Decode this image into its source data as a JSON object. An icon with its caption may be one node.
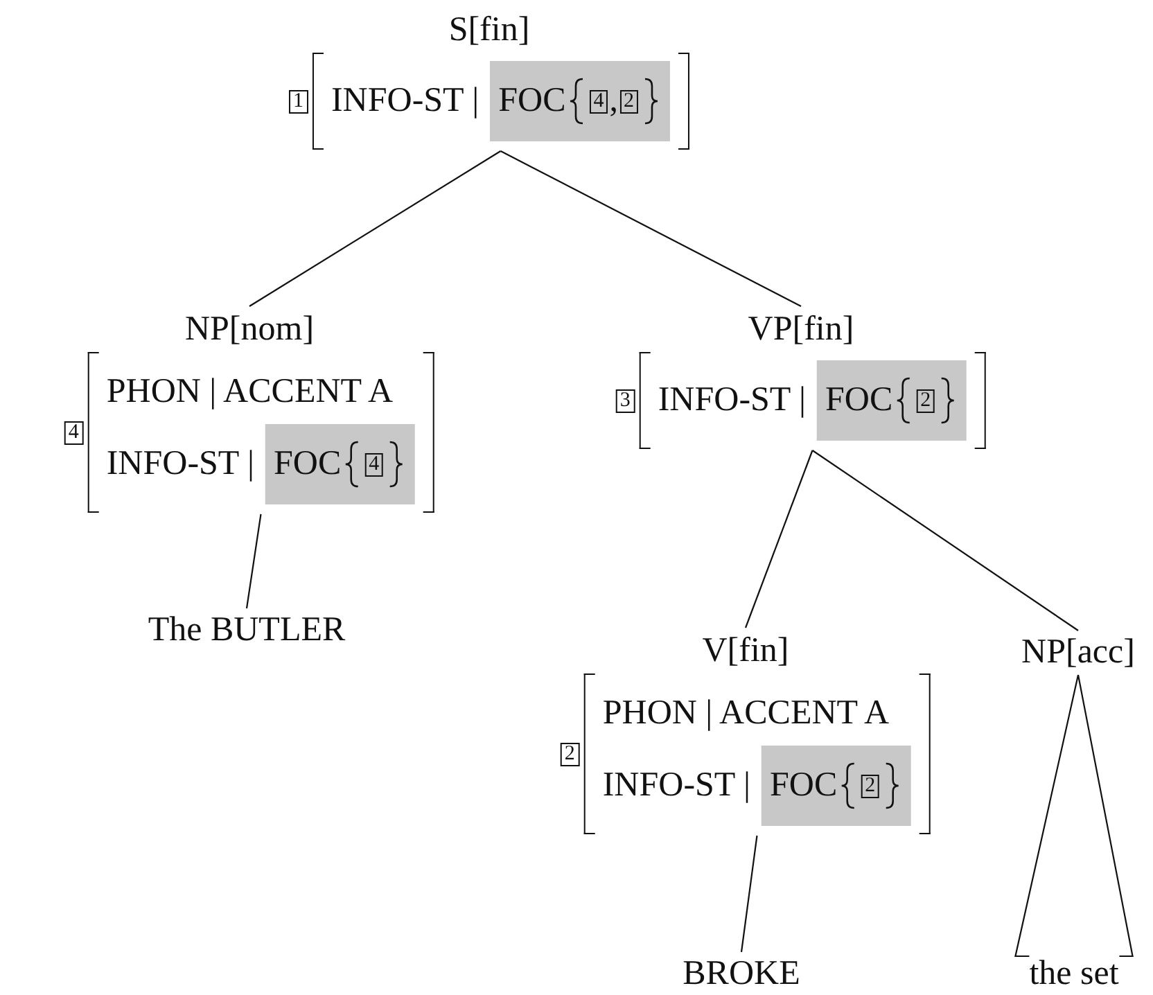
{
  "diagram": {
    "nodes": [
      {
        "text": [
          "S[fin]",
          "1",
          "INFO-ST |"
        ]
      },
      {
        "text": [
          "FOC",
          "4",
          ",",
          "2"
        ],
        "in": 0
      },
      {
        "text": [
          "NP[nom]",
          "4",
          "PHON | ACCENT A",
          "INFO-ST |"
        ]
      },
      {
        "text": [
          "FOC",
          "4"
        ],
        "in": 2
      },
      {
        "text": [
          "The BUTLER"
        ]
      },
      {
        "text": [
          "VP[fin]",
          "3",
          "INFO-ST |"
        ]
      },
      {
        "text": [
          "FOC",
          "2"
        ],
        "in": 5
      },
      {
        "text": [
          "V[fin]",
          "2",
          "PHON | ACCENT A",
          "INFO-ST |"
        ]
      },
      {
        "text": [
          "FOC",
          "2"
        ],
        "in": 7
      },
      {
        "text": [
          "NP[acc]"
        ]
      },
      {
        "text": [
          "the set"
        ]
      },
      {
        "text": [
          "BROKE"
        ]
      }
    ],
    "edges": [
      {
        "from": 0,
        "to": 2,
        "arrow": "none"
      },
      {
        "from": 0,
        "to": 5,
        "arrow": "none"
      },
      {
        "from": 2,
        "to": 4,
        "arrow": "none"
      },
      {
        "from": 5,
        "to": 7,
        "arrow": "none"
      },
      {
        "from": 5,
        "to": 9,
        "arrow": "none"
      },
      {
        "from": 7,
        "to": 11,
        "arrow": "none"
      },
      {
        "from": 9,
        "to": 10,
        "arrow": "none"
      }
    ]
  }
}
